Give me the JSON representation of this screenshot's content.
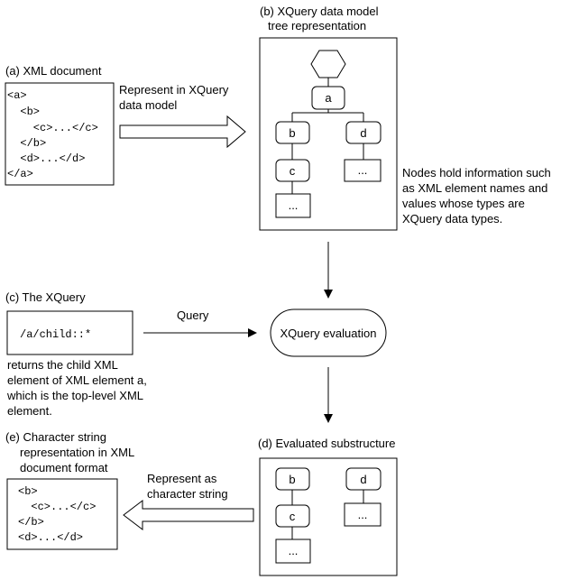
{
  "a_panel": {
    "title": "(a) XML document",
    "lines": [
      "<a>",
      "  <b>",
      "    <c>...</c>",
      "  </b>",
      "  <d>...</d>",
      "</a>"
    ]
  },
  "b_panel": {
    "title_line1": "(b) XQuery data model",
    "title_line2": "tree representation",
    "tree": {
      "a": "a",
      "b": "b",
      "c": "c",
      "d": "d",
      "c_child": "...",
      "d_child": "..."
    }
  },
  "arrow_represent": {
    "line1": "Represent in XQuery",
    "line2": "data model"
  },
  "node_note": {
    "lines": [
      "Nodes hold information such",
      "as XML element names and",
      "values whose types are",
      "XQuery data types."
    ]
  },
  "c_panel": {
    "title": "(c) The XQuery",
    "query": "/a/child::*",
    "description": [
      "returns the child XML",
      "element of XML element a,",
      "which is the top-level XML",
      "element."
    ]
  },
  "query_arrow_label": "Query",
  "evaluation_label": "XQuery evaluation",
  "d_panel": {
    "title": "(d) Evaluated substructure",
    "tree": {
      "b": "b",
      "c": "c",
      "d": "d",
      "c_child": "...",
      "d_child": "..."
    }
  },
  "arrow_string": {
    "line1": "Represent as",
    "line2": "character string"
  },
  "e_panel": {
    "title_lines": [
      "(e) Character string",
      "representation in XML",
      "document format"
    ],
    "lines": [
      "<b>",
      "  <c>...</c>",
      "</b>",
      "<d>...</d>"
    ]
  },
  "colors": {
    "stroke": "#000000",
    "background": "#ffffff"
  }
}
